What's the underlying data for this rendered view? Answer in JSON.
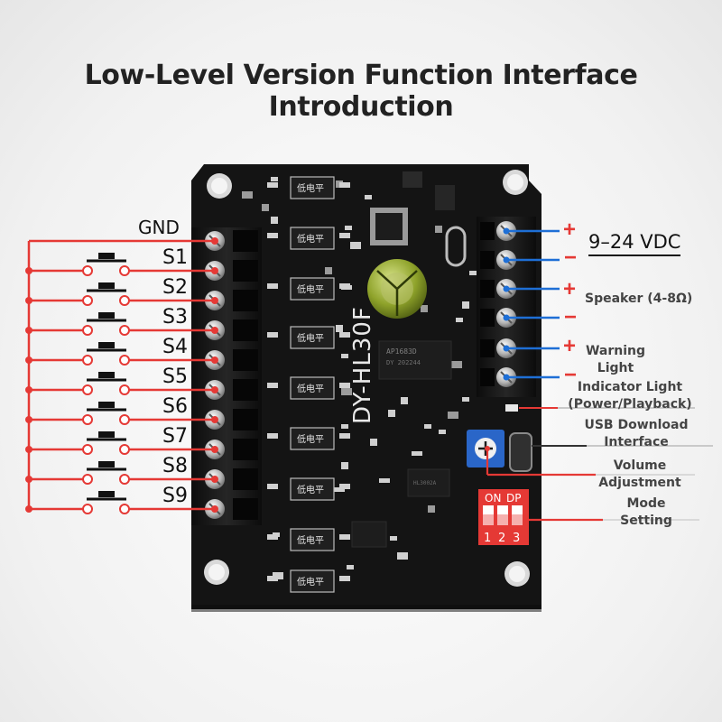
{
  "title": "Low-Level Version Function Interface Introduction",
  "ground_label": "GND",
  "switches": [
    "S1",
    "S2",
    "S3",
    "S4",
    "S5",
    "S6",
    "S7",
    "S8",
    "S9"
  ],
  "power": {
    "label": "9–24 VDC",
    "plus": "+",
    "minus": "−"
  },
  "speaker": {
    "label": "Speaker (4-8Ω)",
    "plus": "+",
    "minus": "−"
  },
  "warning_light": {
    "line1": "Warning",
    "line2": "Light",
    "plus": "+",
    "minus": "−"
  },
  "indicator_light": {
    "line1": "Indicator Light",
    "line2": "(Power/Playback)"
  },
  "usb": {
    "line1": "USB Download",
    "line2": "Interface"
  },
  "volume": {
    "line1": "Volume",
    "line2": "Adjustment"
  },
  "mode": {
    "line1": "Mode",
    "line2": "Setting"
  },
  "board": {
    "model": "DY-HL30F",
    "chip_label_1": "AP1683D",
    "chip_label_2": "DY 202244",
    "chip_label_3": "HL3002A",
    "optocoupler_text": "低电平",
    "dip_on": "ON",
    "dip_dp": "DP",
    "dip_numbers": [
      "1",
      "2",
      "3"
    ]
  },
  "colors": {
    "wire_red": "#e53935",
    "wire_blue": "#1e6fd6",
    "board": "#141414"
  }
}
